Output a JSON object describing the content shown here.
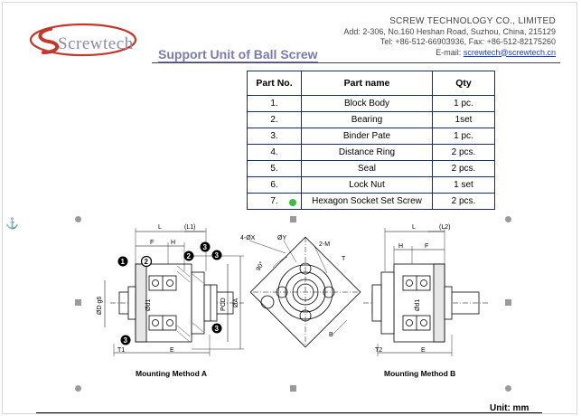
{
  "header": {
    "logo_text": "Screwtech",
    "title": "Support Unit of Ball Screw",
    "company_name": "SCREW TECHNOLOGY CO., LIMITED",
    "address": "Add: 2-306, No.160 Heshan Road, Suzhou, China, 215129",
    "phone_fax": "Tel: +86-512-66903936, Fax: +86-512-82175260",
    "email_label": "E-mail:",
    "email": "screwtech@screwtech.cn"
  },
  "parts_table": {
    "headers": [
      "Part No.",
      "Part name",
      "Qty"
    ],
    "rows": [
      [
        "1.",
        "Block Body",
        "1 pc."
      ],
      [
        "2.",
        "Bearing",
        "1set"
      ],
      [
        "3.",
        "Binder Pate",
        "1 pc."
      ],
      [
        "4.",
        "Distance Ring",
        "2 pcs."
      ],
      [
        "5.",
        "Seal",
        "2 pcs."
      ],
      [
        "6.",
        "Lock Nut",
        "1 set"
      ],
      [
        "7.",
        "Hexagon Socket Set Screw",
        "2 pcs."
      ]
    ]
  },
  "drawing": {
    "method_a_label": "Mounting Method A",
    "method_b_label": "Mounting Method B",
    "dims_a": {
      "L": "L",
      "L1": "(L1)",
      "F": "F",
      "H": "H",
      "D": "ØD g6",
      "d1": "Ød1",
      "PCD": "PCD",
      "A": "ØA",
      "T1": "T1",
      "E": "E"
    },
    "dims_front": {
      "holes": "4-ØX",
      "Y": "ØY",
      "M": "2-M",
      "T": "T",
      "P": "90°",
      "B": "B"
    },
    "dims_b": {
      "L": "L",
      "L2": "(L2)",
      "H": "H",
      "F": "F",
      "d1": "Ød1",
      "T2": "T2",
      "E": "E"
    },
    "balloons_a": [
      "1",
      "2",
      "2",
      "3",
      "3",
      "3"
    ]
  },
  "footer": {
    "unit": "Unit: mm"
  },
  "colors": {
    "title": "#7a7ab0",
    "table_border": "#1c2d6e",
    "link": "#1a3ecf",
    "logo_red": "#c0392b"
  }
}
